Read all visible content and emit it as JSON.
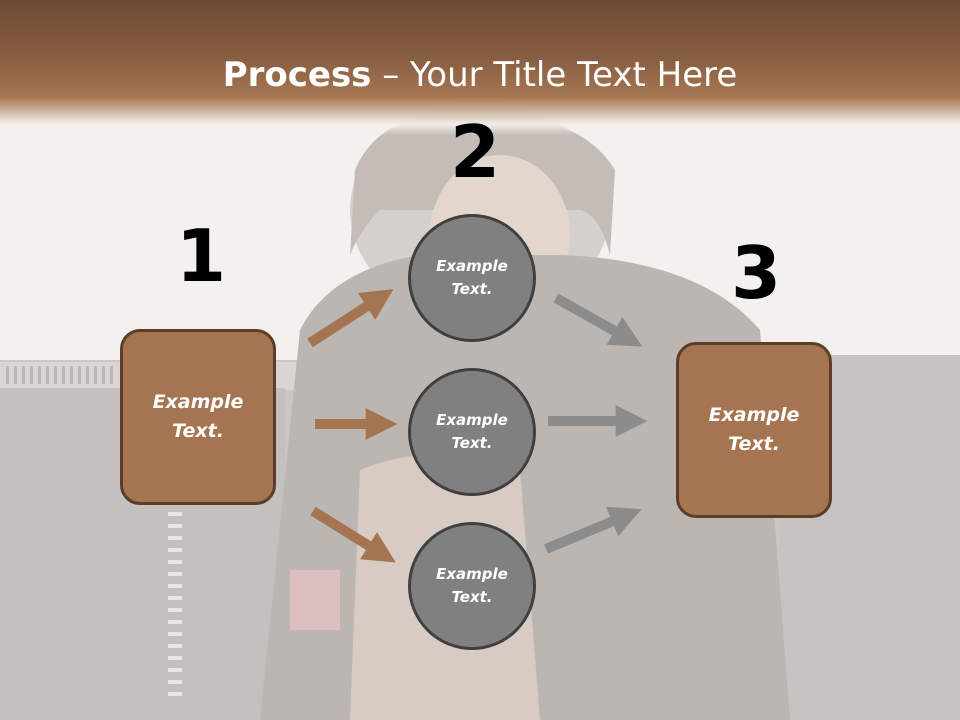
{
  "title": {
    "bold": "Process",
    "rest": " – Your Title Text Here"
  },
  "steps": [
    {
      "number": "1",
      "text": "Example\nText."
    },
    {
      "number": "2",
      "text": "Example\nText."
    },
    {
      "number": "3",
      "text": "Example\nText."
    }
  ],
  "circles": [
    {
      "text": "Example\nText."
    },
    {
      "text": "Example\nText."
    },
    {
      "text": "Example\nText."
    }
  ],
  "colors": {
    "brown_accent": "#a57552",
    "brown_dark": "#5e3d28",
    "gray_circle": "#808080",
    "gray_arrow": "#8c8c8c",
    "title_bar": "#8a5f43"
  }
}
